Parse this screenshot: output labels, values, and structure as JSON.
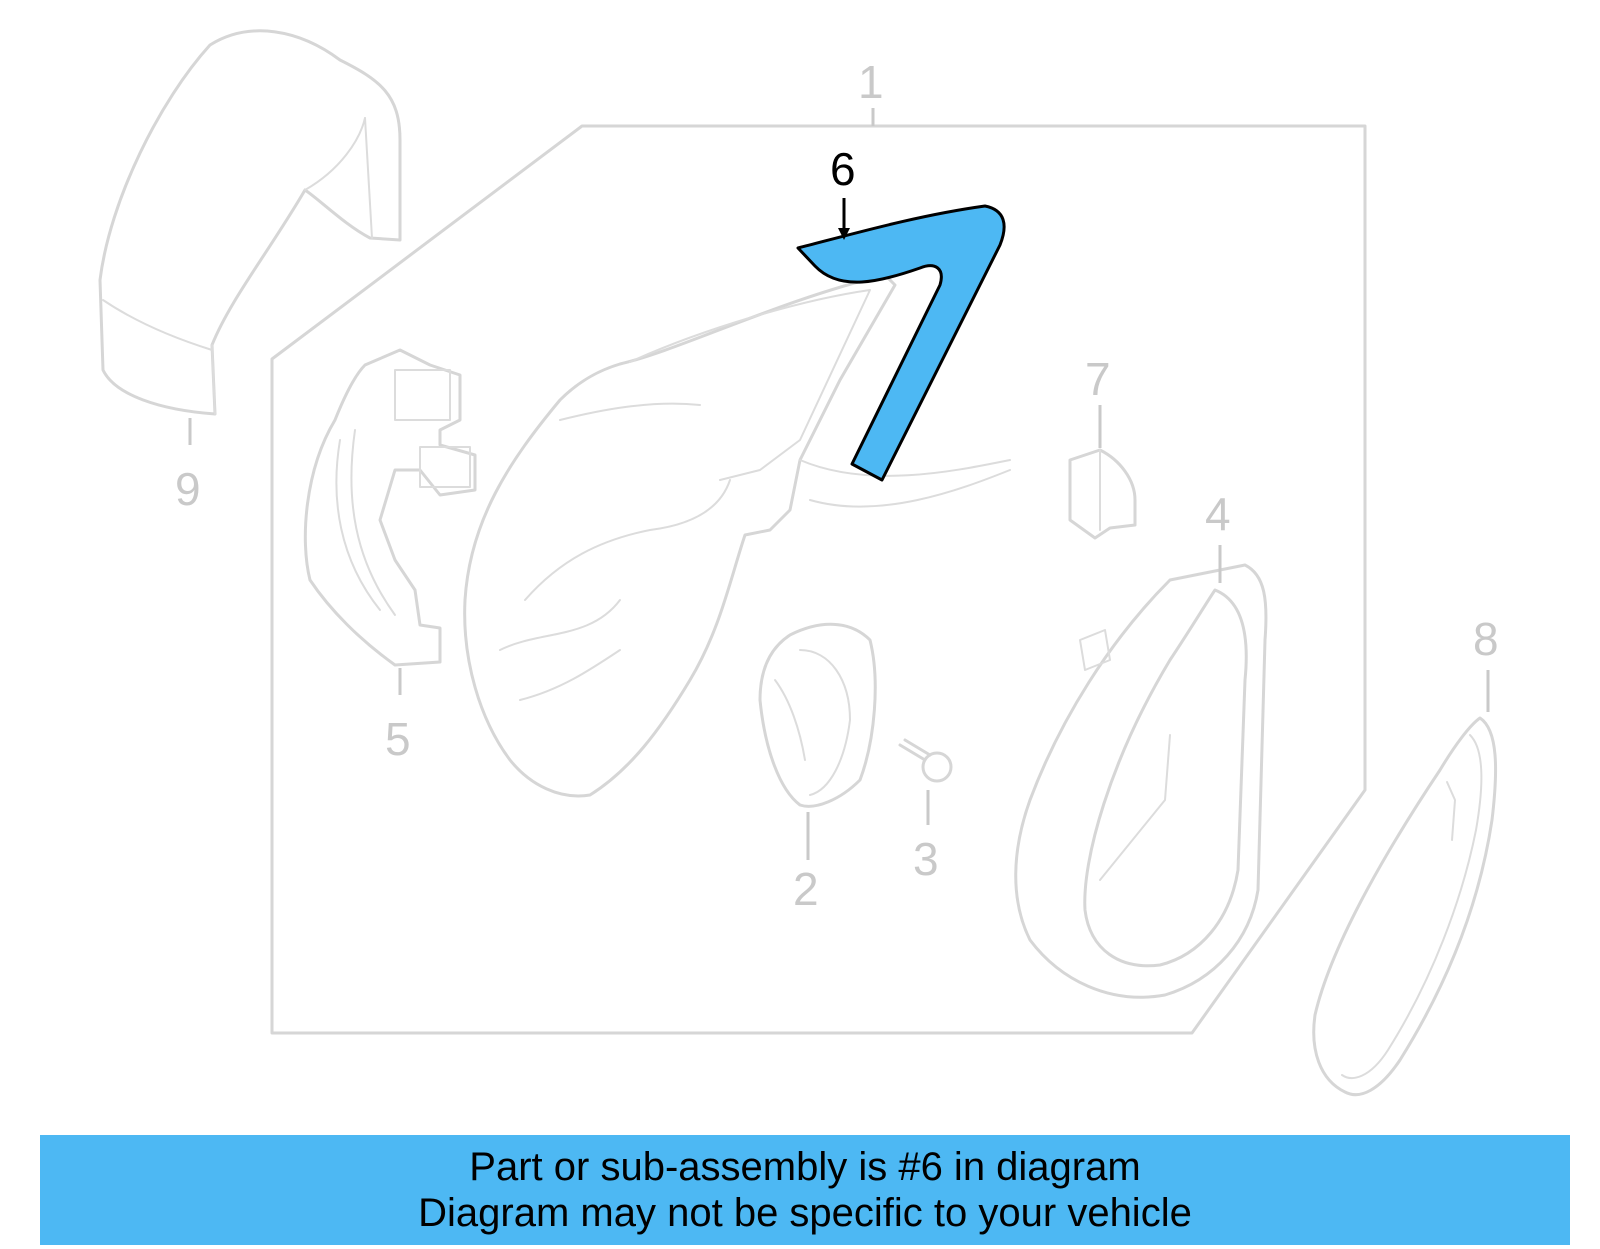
{
  "diagram": {
    "highlight_color": "#4db8f3",
    "parts": [
      {
        "number": "1",
        "highlighted": false
      },
      {
        "number": "2",
        "highlighted": false
      },
      {
        "number": "3",
        "highlighted": false
      },
      {
        "number": "4",
        "highlighted": false
      },
      {
        "number": "5",
        "highlighted": false
      },
      {
        "number": "6",
        "highlighted": true
      },
      {
        "number": "7",
        "highlighted": false
      },
      {
        "number": "8",
        "highlighted": false
      },
      {
        "number": "9",
        "highlighted": false
      }
    ]
  },
  "banner": {
    "line1": "Part or sub-assembly is #6 in diagram",
    "line2": "Diagram may not be specific to your vehicle",
    "background": "#4db8f3"
  }
}
